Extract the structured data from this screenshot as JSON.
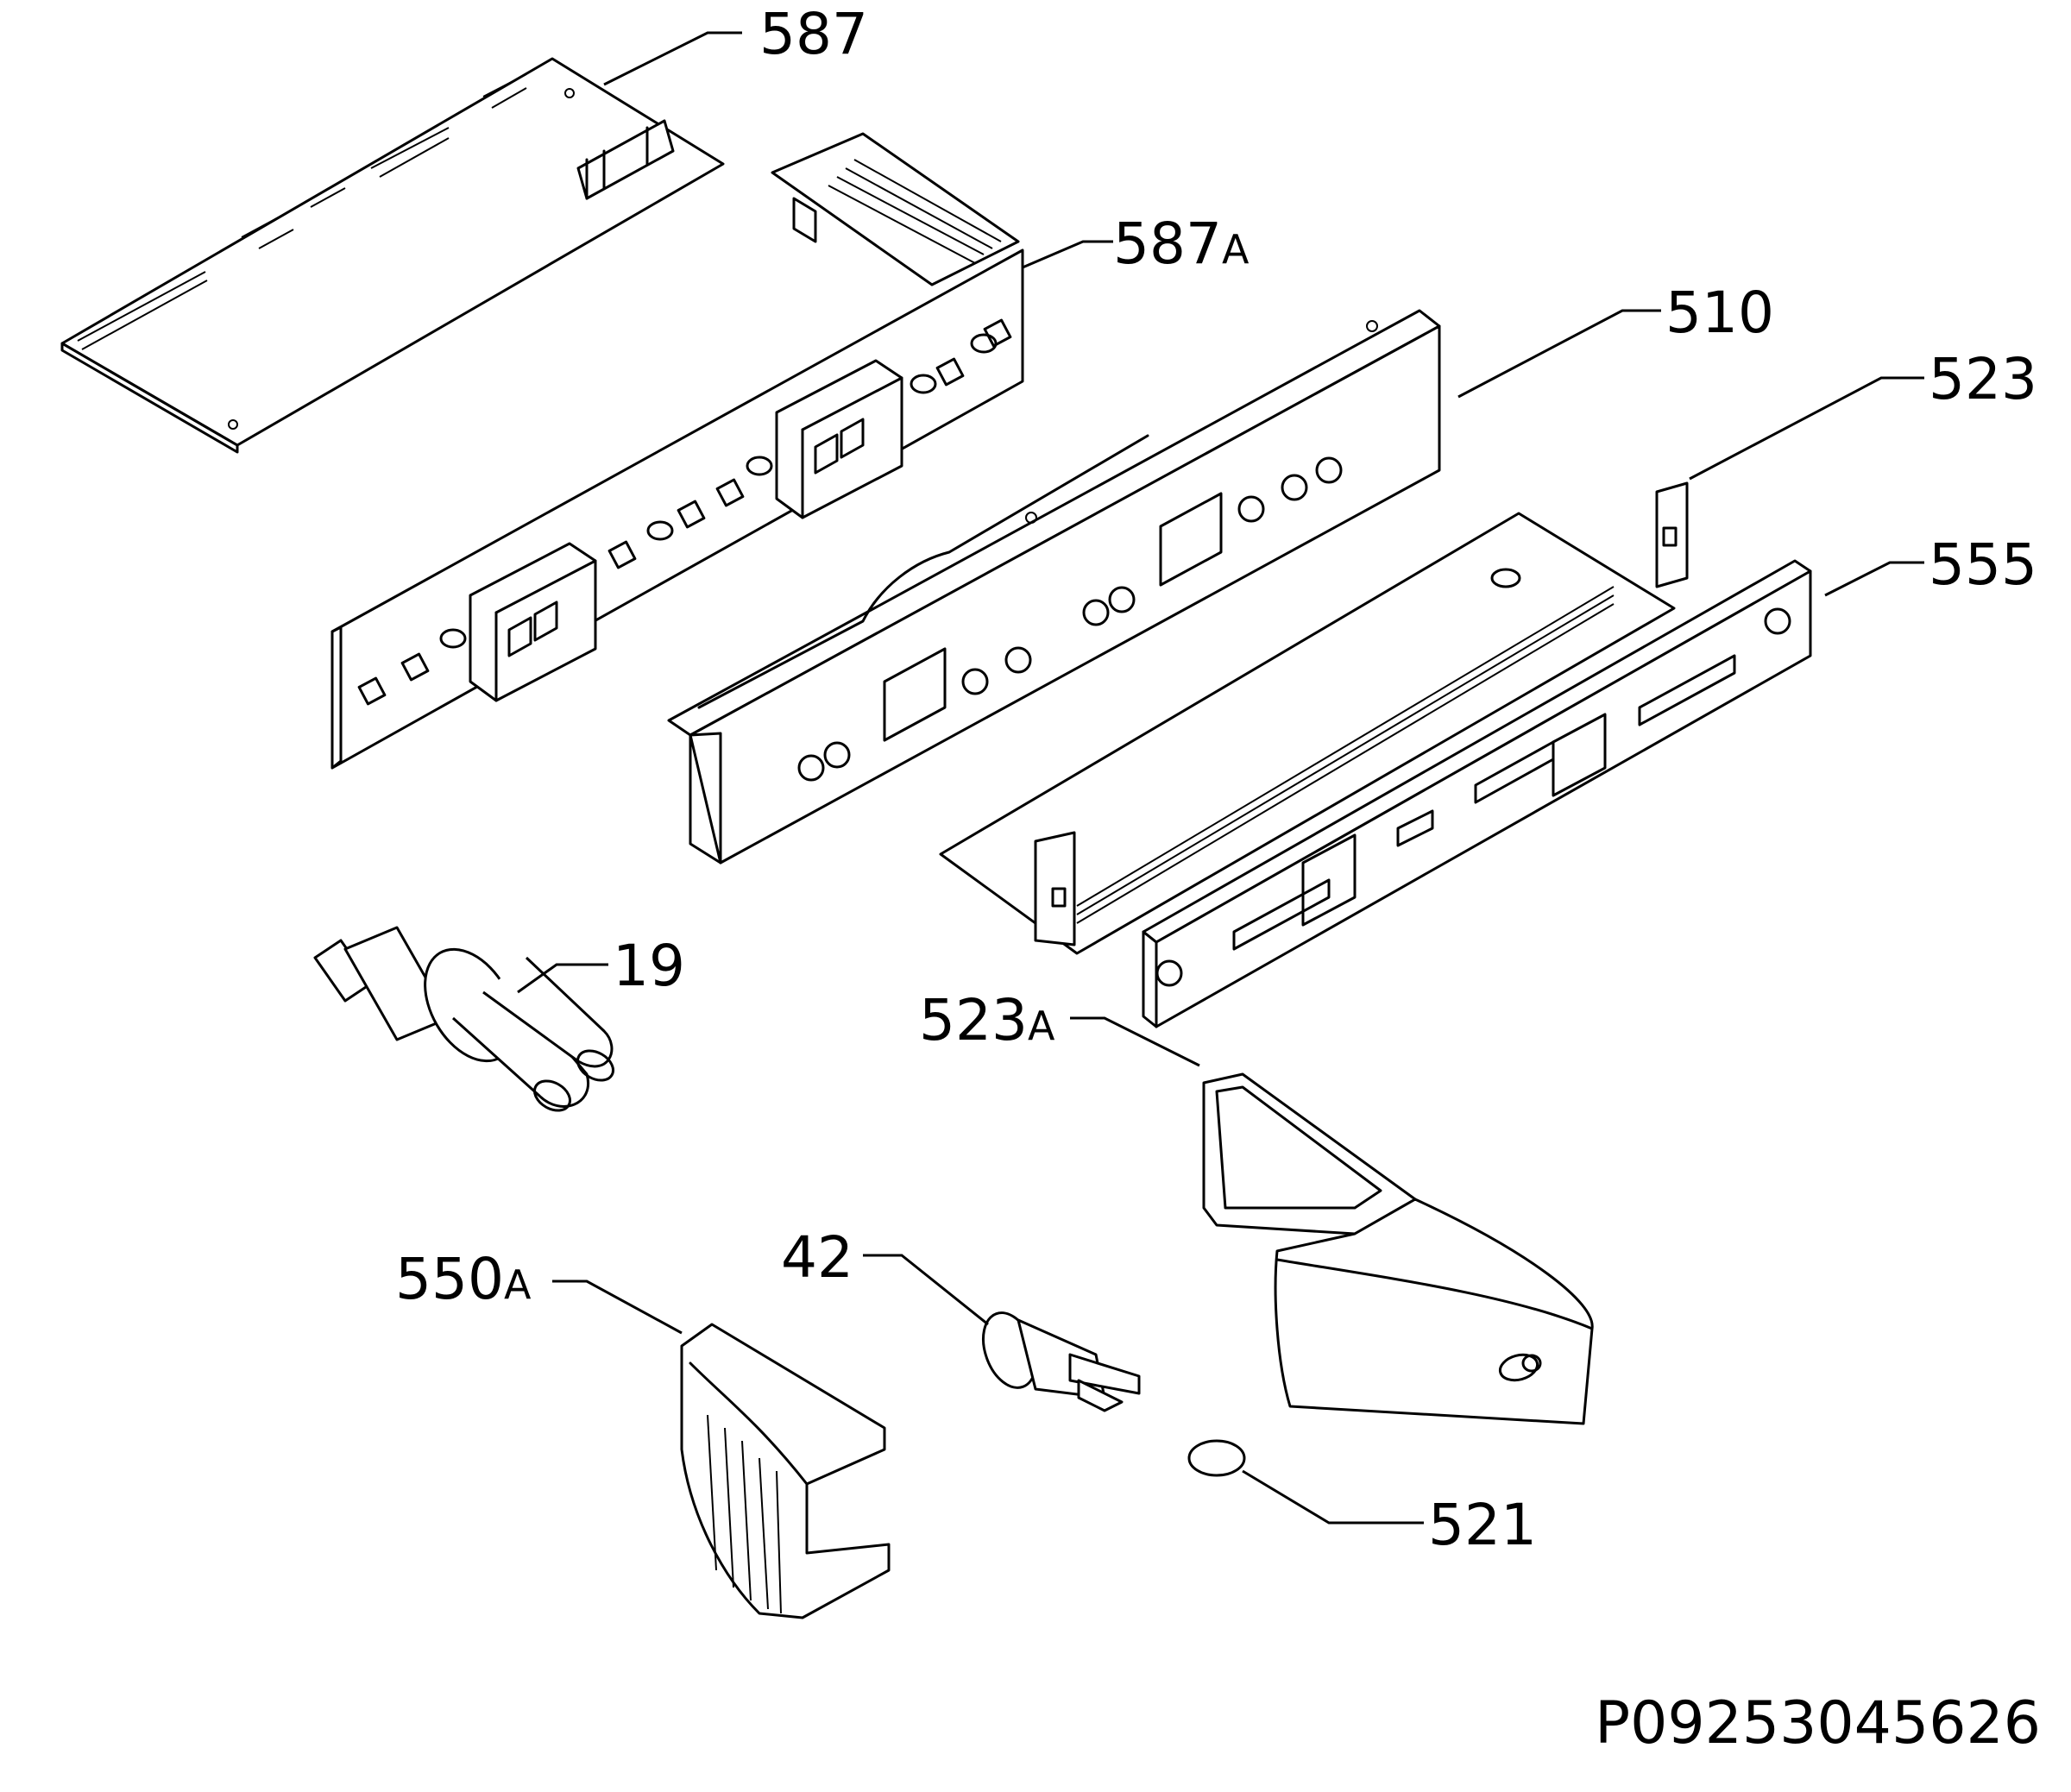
{
  "callouts": {
    "c587": {
      "num": "587",
      "suffix": ""
    },
    "c587a": {
      "num": "587",
      "suffix": "A"
    },
    "c510": {
      "num": "510",
      "suffix": ""
    },
    "c523": {
      "num": "523",
      "suffix": ""
    },
    "c555": {
      "num": "555",
      "suffix": ""
    },
    "c19": {
      "num": "19",
      "suffix": ""
    },
    "c523a": {
      "num": "523",
      "suffix": "A"
    },
    "c42": {
      "num": "42",
      "suffix": ""
    },
    "c550a": {
      "num": "550",
      "suffix": "A"
    },
    "c521": {
      "num": "521",
      "suffix": ""
    }
  },
  "document_number": "P09253045626"
}
